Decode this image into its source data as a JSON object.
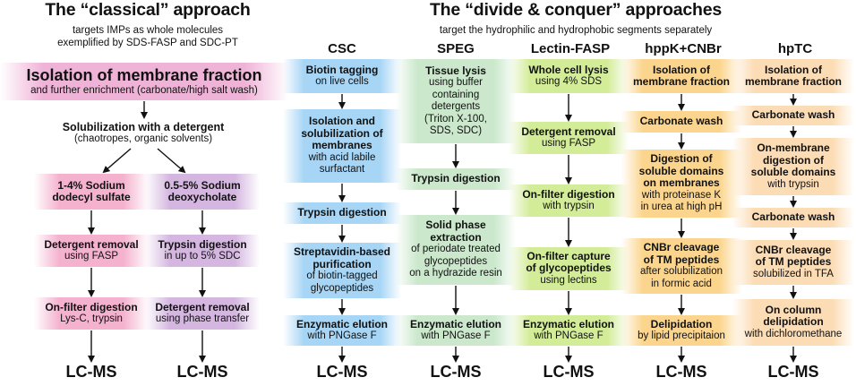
{
  "classical": {
    "title": "The “classical” approach",
    "subtitle_1": "targets IMPs as whole molecules",
    "subtitle_2": "exemplified by SDS-FASP and SDC-PT",
    "isolation_title": "Isolation of membrane fraction",
    "isolation_note": "and further enrichment (carbonate/high salt wash)",
    "solubilization_title": "Solubilization with a detergent",
    "solubilization_note": "(chaotropes, organic solvents)",
    "left_branch": {
      "step1_l1": "1-4% Sodium",
      "step1_l2": "dodecyl sulfate",
      "step2_title": "Detergent removal",
      "step2_note": "using FASP",
      "step3_title": "On-filter digestion",
      "step3_note": "Lys-C, trypsin",
      "output": "LC-MS"
    },
    "right_branch": {
      "step1_l1": "0.5-5% Sodium",
      "step1_l2": "deoxycholate",
      "step2_title": "Trypsin digestion",
      "step2_note": "in up to 5% SDC",
      "step3_title": "Detergent removal",
      "step3_note": "using phase transfer",
      "output": "LC-MS"
    }
  },
  "divide": {
    "title": "The “divide & conquer” approaches",
    "subtitle": "target the hydrophilic and hydrophobic segments separately",
    "columns": {
      "csc": {
        "name": "CSC",
        "s1_l1": "Biotin tagging",
        "s1_l2": "on live cells",
        "s2_l1": "Isolation and",
        "s2_l2": "solubilization of",
        "s2_l3": "membranes",
        "s2_l4": "with acid labile",
        "s2_l5": "surfactant",
        "s3": "Trypsin digestion",
        "s4_l1": "Streptavidin-based",
        "s4_l2": "purification",
        "s4_l3": "of biotin-tagged",
        "s4_l4": "glycopeptides",
        "s5_l1": "Enzymatic elution",
        "s5_l2": "with PNGase F",
        "output": "LC-MS"
      },
      "speg": {
        "name": "SPEG",
        "s1_l1": "Tissue lysis",
        "s1_l2": "using buffer",
        "s1_l3": "containing",
        "s1_l4": "detergents",
        "s1_l5": "(Triton X-100,",
        "s1_l6": "SDS, SDC)",
        "s2": "Trypsin digestion",
        "s3_l1": "Solid phase",
        "s3_l2": "extraction",
        "s3_l3": "of periodate treated",
        "s3_l4": "glycopeptides",
        "s3_l5": "on a hydrazide resin",
        "s4_l1": "Enzymatic elution",
        "s4_l2": "with PNGase F",
        "output": "LC-MS"
      },
      "lectin": {
        "name": "Lectin-FASP",
        "s1_l1": "Whole cell lysis",
        "s1_l2": "using 4% SDS",
        "s2_l1": "Detergent removal",
        "s2_l2": "using FASP",
        "s3_l1": "On-filter digestion",
        "s3_l2": "with trypsin",
        "s4_l1": "On-filter capture",
        "s4_l2": "of glycopeptides",
        "s4_l3": "using lectins",
        "s5_l1": "Enzymatic elution",
        "s5_l2": "with PNGase F",
        "output": "LC-MS"
      },
      "hppk": {
        "name": "hppK+CNBr",
        "s1_l1": "Isolation of",
        "s1_l2": "membrane fraction",
        "s2": "Carbonate wash",
        "s3_l1": "Digestion of",
        "s3_l2": "soluble domains",
        "s3_l3": "on membranes",
        "s3_l4": "with proteinase K",
        "s3_l5": "in urea at high pH",
        "s4_l1": "CNBr cleavage",
        "s4_l2": "of TM peptides",
        "s4_l3": "after solubilization",
        "s4_l4": "in formic acid",
        "s5_l1": "Delipidation",
        "s5_l2": "by lipid precipitaion",
        "output": "LC-MS"
      },
      "hptc": {
        "name": "hpTC",
        "s1_l1": "Isolation of",
        "s1_l2": "membrane fraction",
        "s2": "Carbonate wash",
        "s3_l1": "On-membrane",
        "s3_l2": "digestion of",
        "s3_l3": "soluble domains",
        "s3_l4": "with trypsin",
        "s4": "Carbonate wash",
        "s5_l1": "CNBr cleavage",
        "s5_l2": "of TM peptides",
        "s5_l3": "solubilized in TFA",
        "s6_l1": "On column",
        "s6_l2": "delipidation",
        "s6_l3": "with dichloromethane",
        "output": "LC-MS"
      }
    }
  },
  "colors": {
    "pink": "#f4b2cf",
    "purple": "#d4b6e0",
    "blue": "#a6d5f5",
    "green": "#cbe8cc",
    "lime": "#d3ec98",
    "amber": "#fbd58d",
    "peach": "#fcdcb4",
    "arrow": "#111111"
  }
}
